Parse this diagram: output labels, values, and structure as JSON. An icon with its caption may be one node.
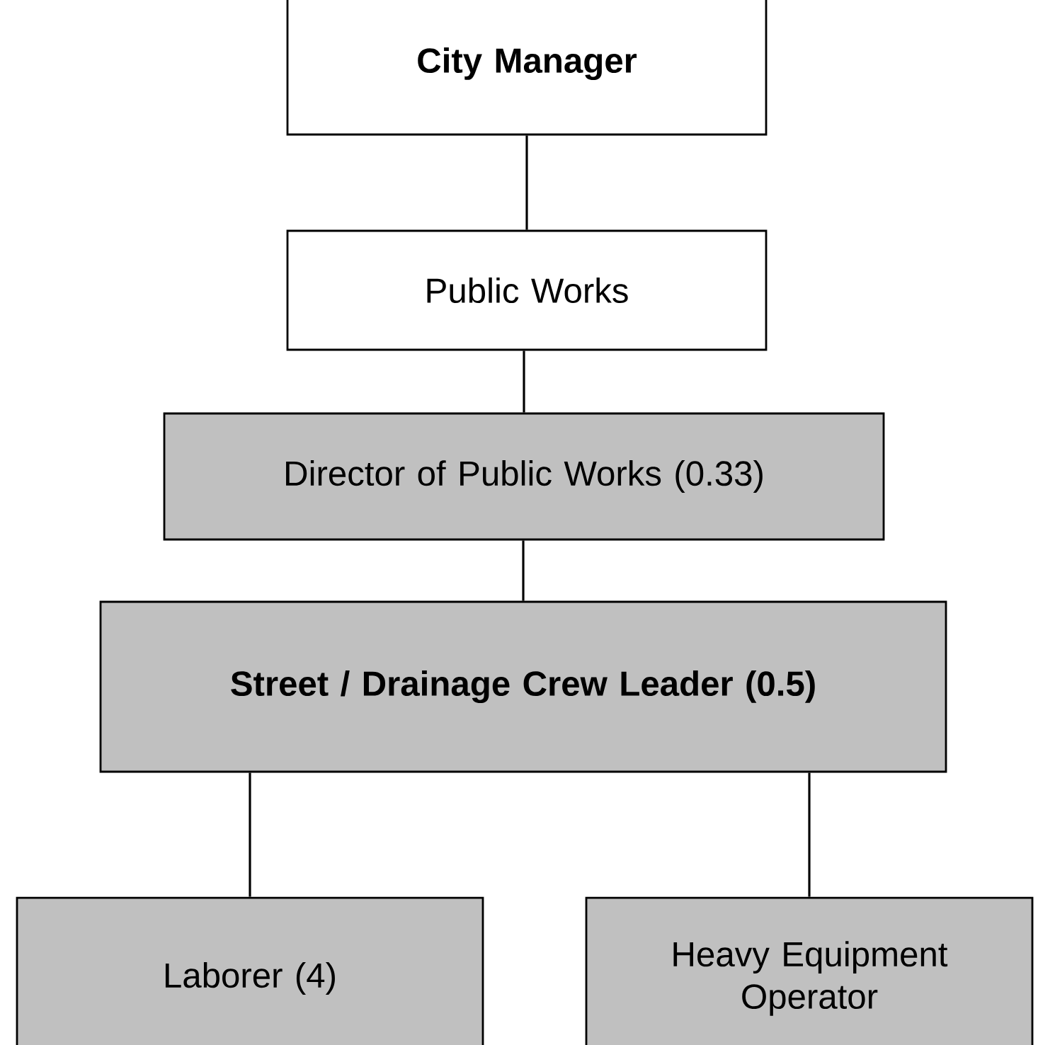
{
  "diagram": {
    "nodes": [
      {
        "text": [
          "City Manager"
        ]
      },
      {
        "text": [
          "Public Works"
        ]
      },
      {
        "text": [
          "Director of Public Works (0.33)"
        ]
      },
      {
        "text": [
          "Street / Drainage Crew Leader (0.5)"
        ]
      },
      {
        "text": [
          "Laborer (4)"
        ]
      },
      {
        "text": [
          "Heavy Equipment Operator"
        ]
      }
    ],
    "edges": [
      {
        "from": 0,
        "to": 1,
        "arrow": "none"
      },
      {
        "from": 1,
        "to": 2,
        "arrow": "none"
      },
      {
        "from": 2,
        "to": 3,
        "arrow": "none"
      },
      {
        "from": 3,
        "to": 4,
        "arrow": "none"
      },
      {
        "from": 3,
        "to": 5,
        "arrow": "none"
      }
    ]
  }
}
